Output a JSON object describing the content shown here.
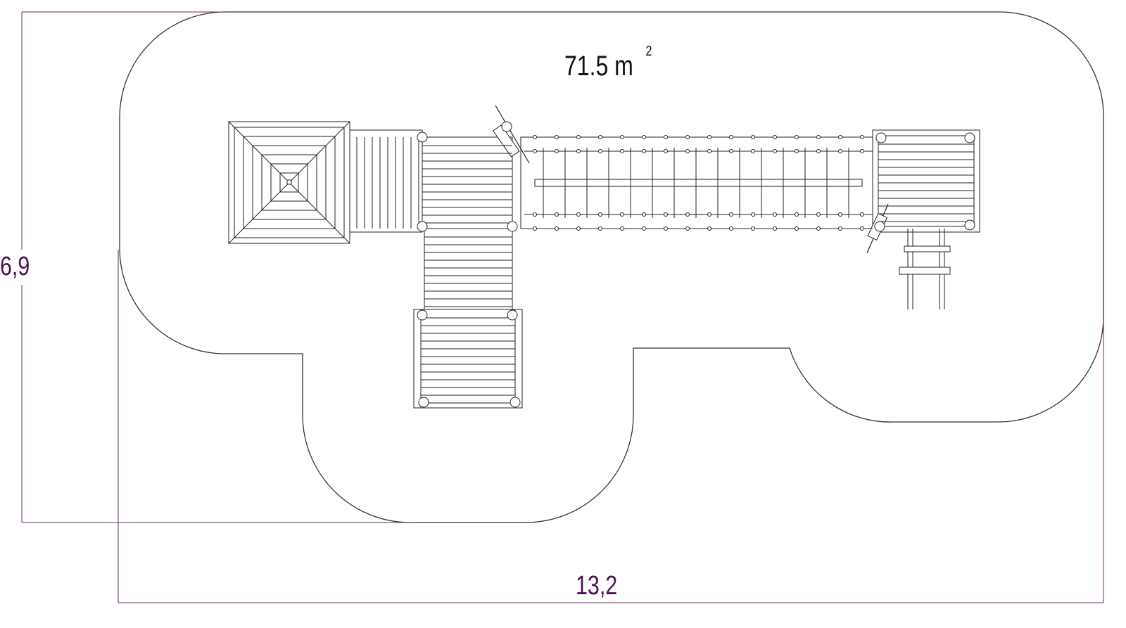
{
  "area": {
    "value": "71.5 m",
    "unit_exponent": "2"
  },
  "dimensions": {
    "width": "13,2",
    "height": "6,9"
  },
  "colors": {
    "dimension": "#5a1e5a",
    "outline": "#222222"
  }
}
